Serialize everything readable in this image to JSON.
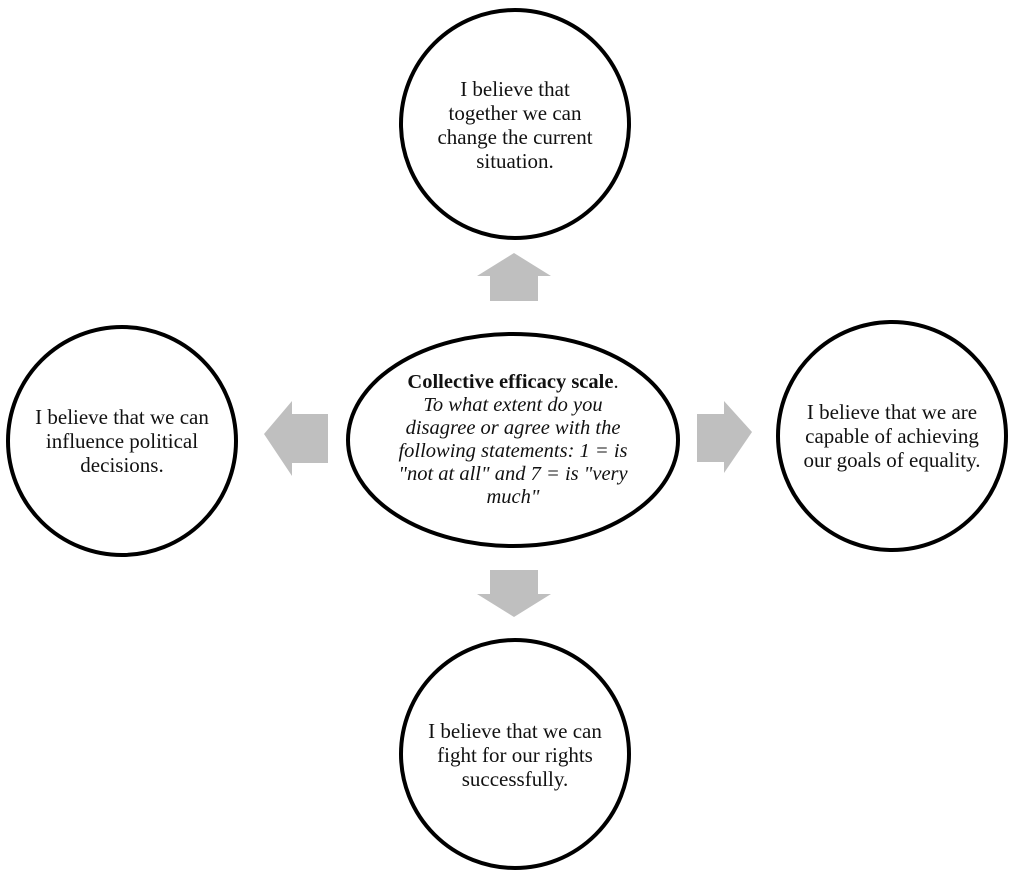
{
  "center": {
    "title": "Collective efficacy scale",
    "title_suffix": ".",
    "prompt": "To what extent do you disagree or agree with the following statements: 1 = is \"not at all\" and 7 = is \"very much\""
  },
  "statements": {
    "top": "I believe that together we can change the current situation.",
    "left": "I believe that we can influence political decisions.",
    "right": "I believe that we are capable of achieving our goals of equality.",
    "bottom": "I believe that we can fight for our rights successfully."
  },
  "colors": {
    "stroke": "#000000",
    "arrow": "#bfbfbf",
    "background": "#ffffff"
  }
}
